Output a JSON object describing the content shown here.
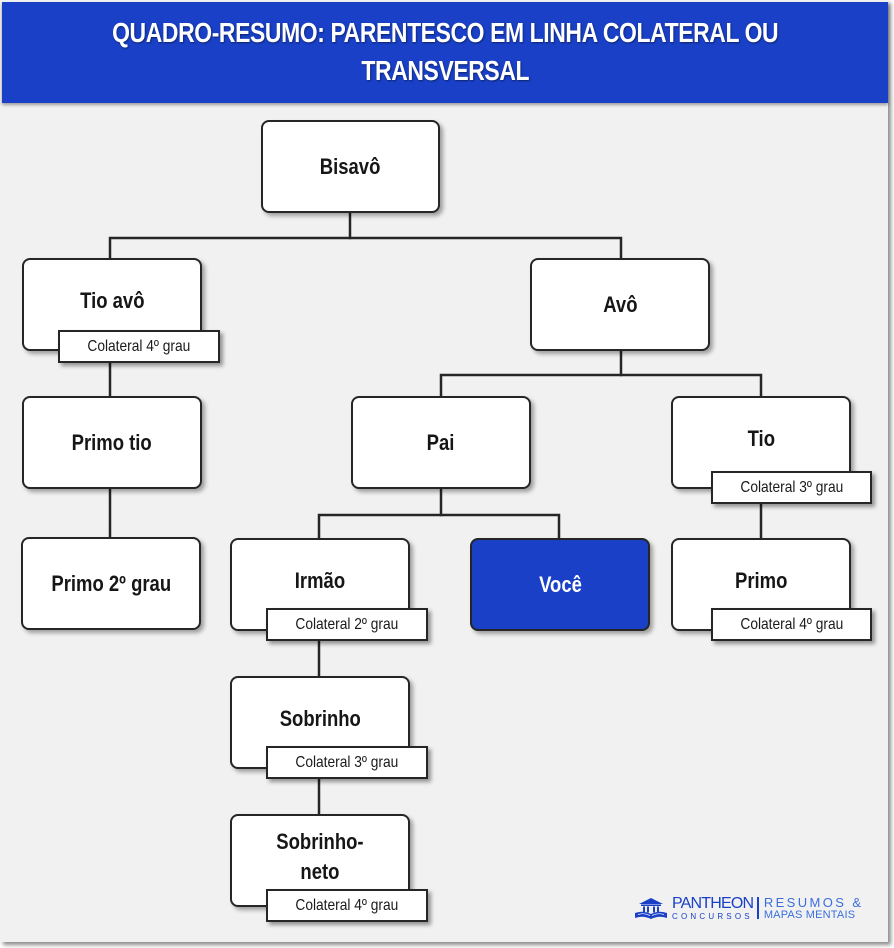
{
  "header": {
    "title_line1": "QUADRO-RESUMO: PARENTESCO EM LINHA COLATERAL OU",
    "title_line2": "TRANSVERSAL"
  },
  "colors": {
    "primary_blue": "#1940c6",
    "background": "#f1f1f1",
    "node_fill": "#ffffff",
    "border": "#262626",
    "logo_accent": "#3a6fdc"
  },
  "nodes": {
    "bisavo": {
      "label": "Bisavô"
    },
    "tio_avo": {
      "label": "Tio avô",
      "degree": "Colateral 4º grau"
    },
    "avo": {
      "label": "Avô"
    },
    "primo_tio": {
      "label": "Primo tio"
    },
    "pai": {
      "label": "Pai"
    },
    "tio": {
      "label": "Tio",
      "degree": "Colateral 3º grau"
    },
    "primo_2_grau": {
      "label": "Primo 2º grau"
    },
    "irmao": {
      "label": "Irmão",
      "degree": "Colateral 2º grau"
    },
    "voce": {
      "label": "Você"
    },
    "primo": {
      "label": "Primo",
      "degree": "Colateral 4º grau"
    },
    "sobrinho": {
      "label": "Sobrinho",
      "degree": "Colateral 3º grau"
    },
    "sobrinho_neto": {
      "label": "Sobrinho-\nneto",
      "label_line1": "Sobrinho-",
      "label_line2": "neto",
      "degree": "Colateral 4º grau"
    }
  },
  "edges": [
    [
      "bisavo",
      "tio_avo"
    ],
    [
      "bisavo",
      "avo"
    ],
    [
      "tio_avo",
      "primo_tio"
    ],
    [
      "primo_tio",
      "primo_2_grau"
    ],
    [
      "avo",
      "pai"
    ],
    [
      "avo",
      "tio"
    ],
    [
      "pai",
      "irmao"
    ],
    [
      "pai",
      "voce"
    ],
    [
      "tio",
      "primo"
    ],
    [
      "irmao",
      "sobrinho"
    ],
    [
      "sobrinho",
      "sobrinho_neto"
    ]
  ],
  "logo": {
    "brand": "PANTHEON",
    "brand_sub": "CONCURSOS",
    "tagline_line1": "RESUMOS &",
    "tagline_line2": "MAPAS MENTAIS",
    "icon": "pantheon-temple-book-icon"
  }
}
